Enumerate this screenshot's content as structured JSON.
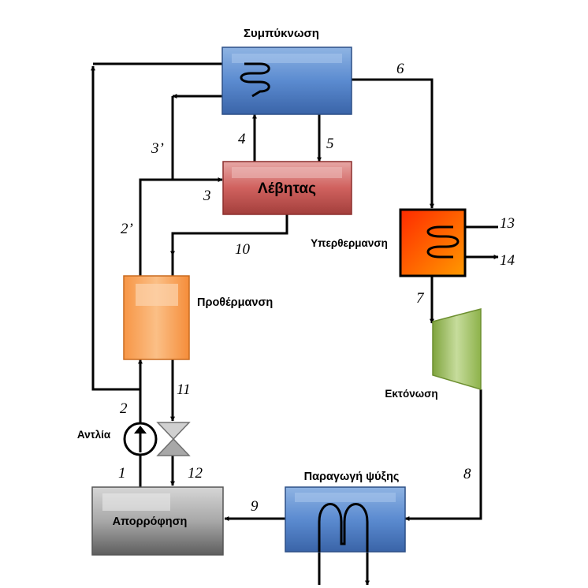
{
  "components": {
    "condenser": "Συμπύκνωση",
    "boiler": "Λέβητας",
    "superheater": "Υπερθερμανση",
    "preheater": "Προθέρμανση",
    "expander": "Εκτόνωση",
    "pump": "Αντλία",
    "refrigeration": "Παραγωγή ψύξης",
    "absorber": "Απορρόφηση"
  },
  "streams": {
    "s1": "1",
    "s2": "2",
    "s2p": "2’",
    "s3": "3",
    "s3p": "3’",
    "s4": "4",
    "s5": "5",
    "s6": "6",
    "s7": "7",
    "s8": "8",
    "s9": "9",
    "s10": "10",
    "s11": "11",
    "s12": "12",
    "s13": "13",
    "s14": "14"
  },
  "colors": {
    "condenser": "#4f81bd",
    "boiler": "#c0504d",
    "superheater": "#ff3300",
    "preheater": "#f79646",
    "expander": "#9bbb59",
    "refrigeration": "#4f81bd",
    "absorber": "#808080"
  }
}
